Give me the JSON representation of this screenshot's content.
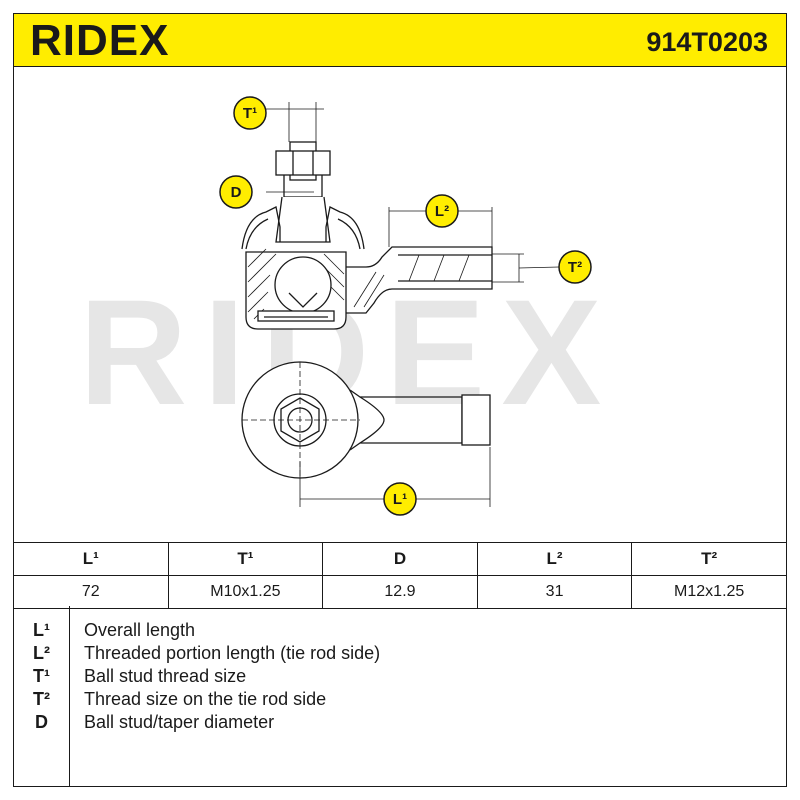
{
  "header": {
    "brand": "RIDEX",
    "part_number": "914T0203",
    "background_color": "#ffed00"
  },
  "watermark": "RIDEX",
  "drawing_labels": {
    "t1": "T¹",
    "d": "D",
    "l2": "L²",
    "t2": "T²",
    "l1": "L¹"
  },
  "specs": {
    "headers": [
      "L¹",
      "T¹",
      "D",
      "L²",
      "T²"
    ],
    "values": [
      "72",
      "M10x1.25",
      "12.9",
      "31",
      "M12x1.25"
    ]
  },
  "legend": [
    {
      "key": "L¹",
      "text": "Overall length"
    },
    {
      "key": "L²",
      "text": "Threaded portion length (tie rod side)"
    },
    {
      "key": "T¹",
      "text": "Ball stud thread size"
    },
    {
      "key": "T²",
      "text": "Thread size on the tie rod side"
    },
    {
      "key": "D",
      "text": "Ball stud/taper diameter"
    }
  ]
}
